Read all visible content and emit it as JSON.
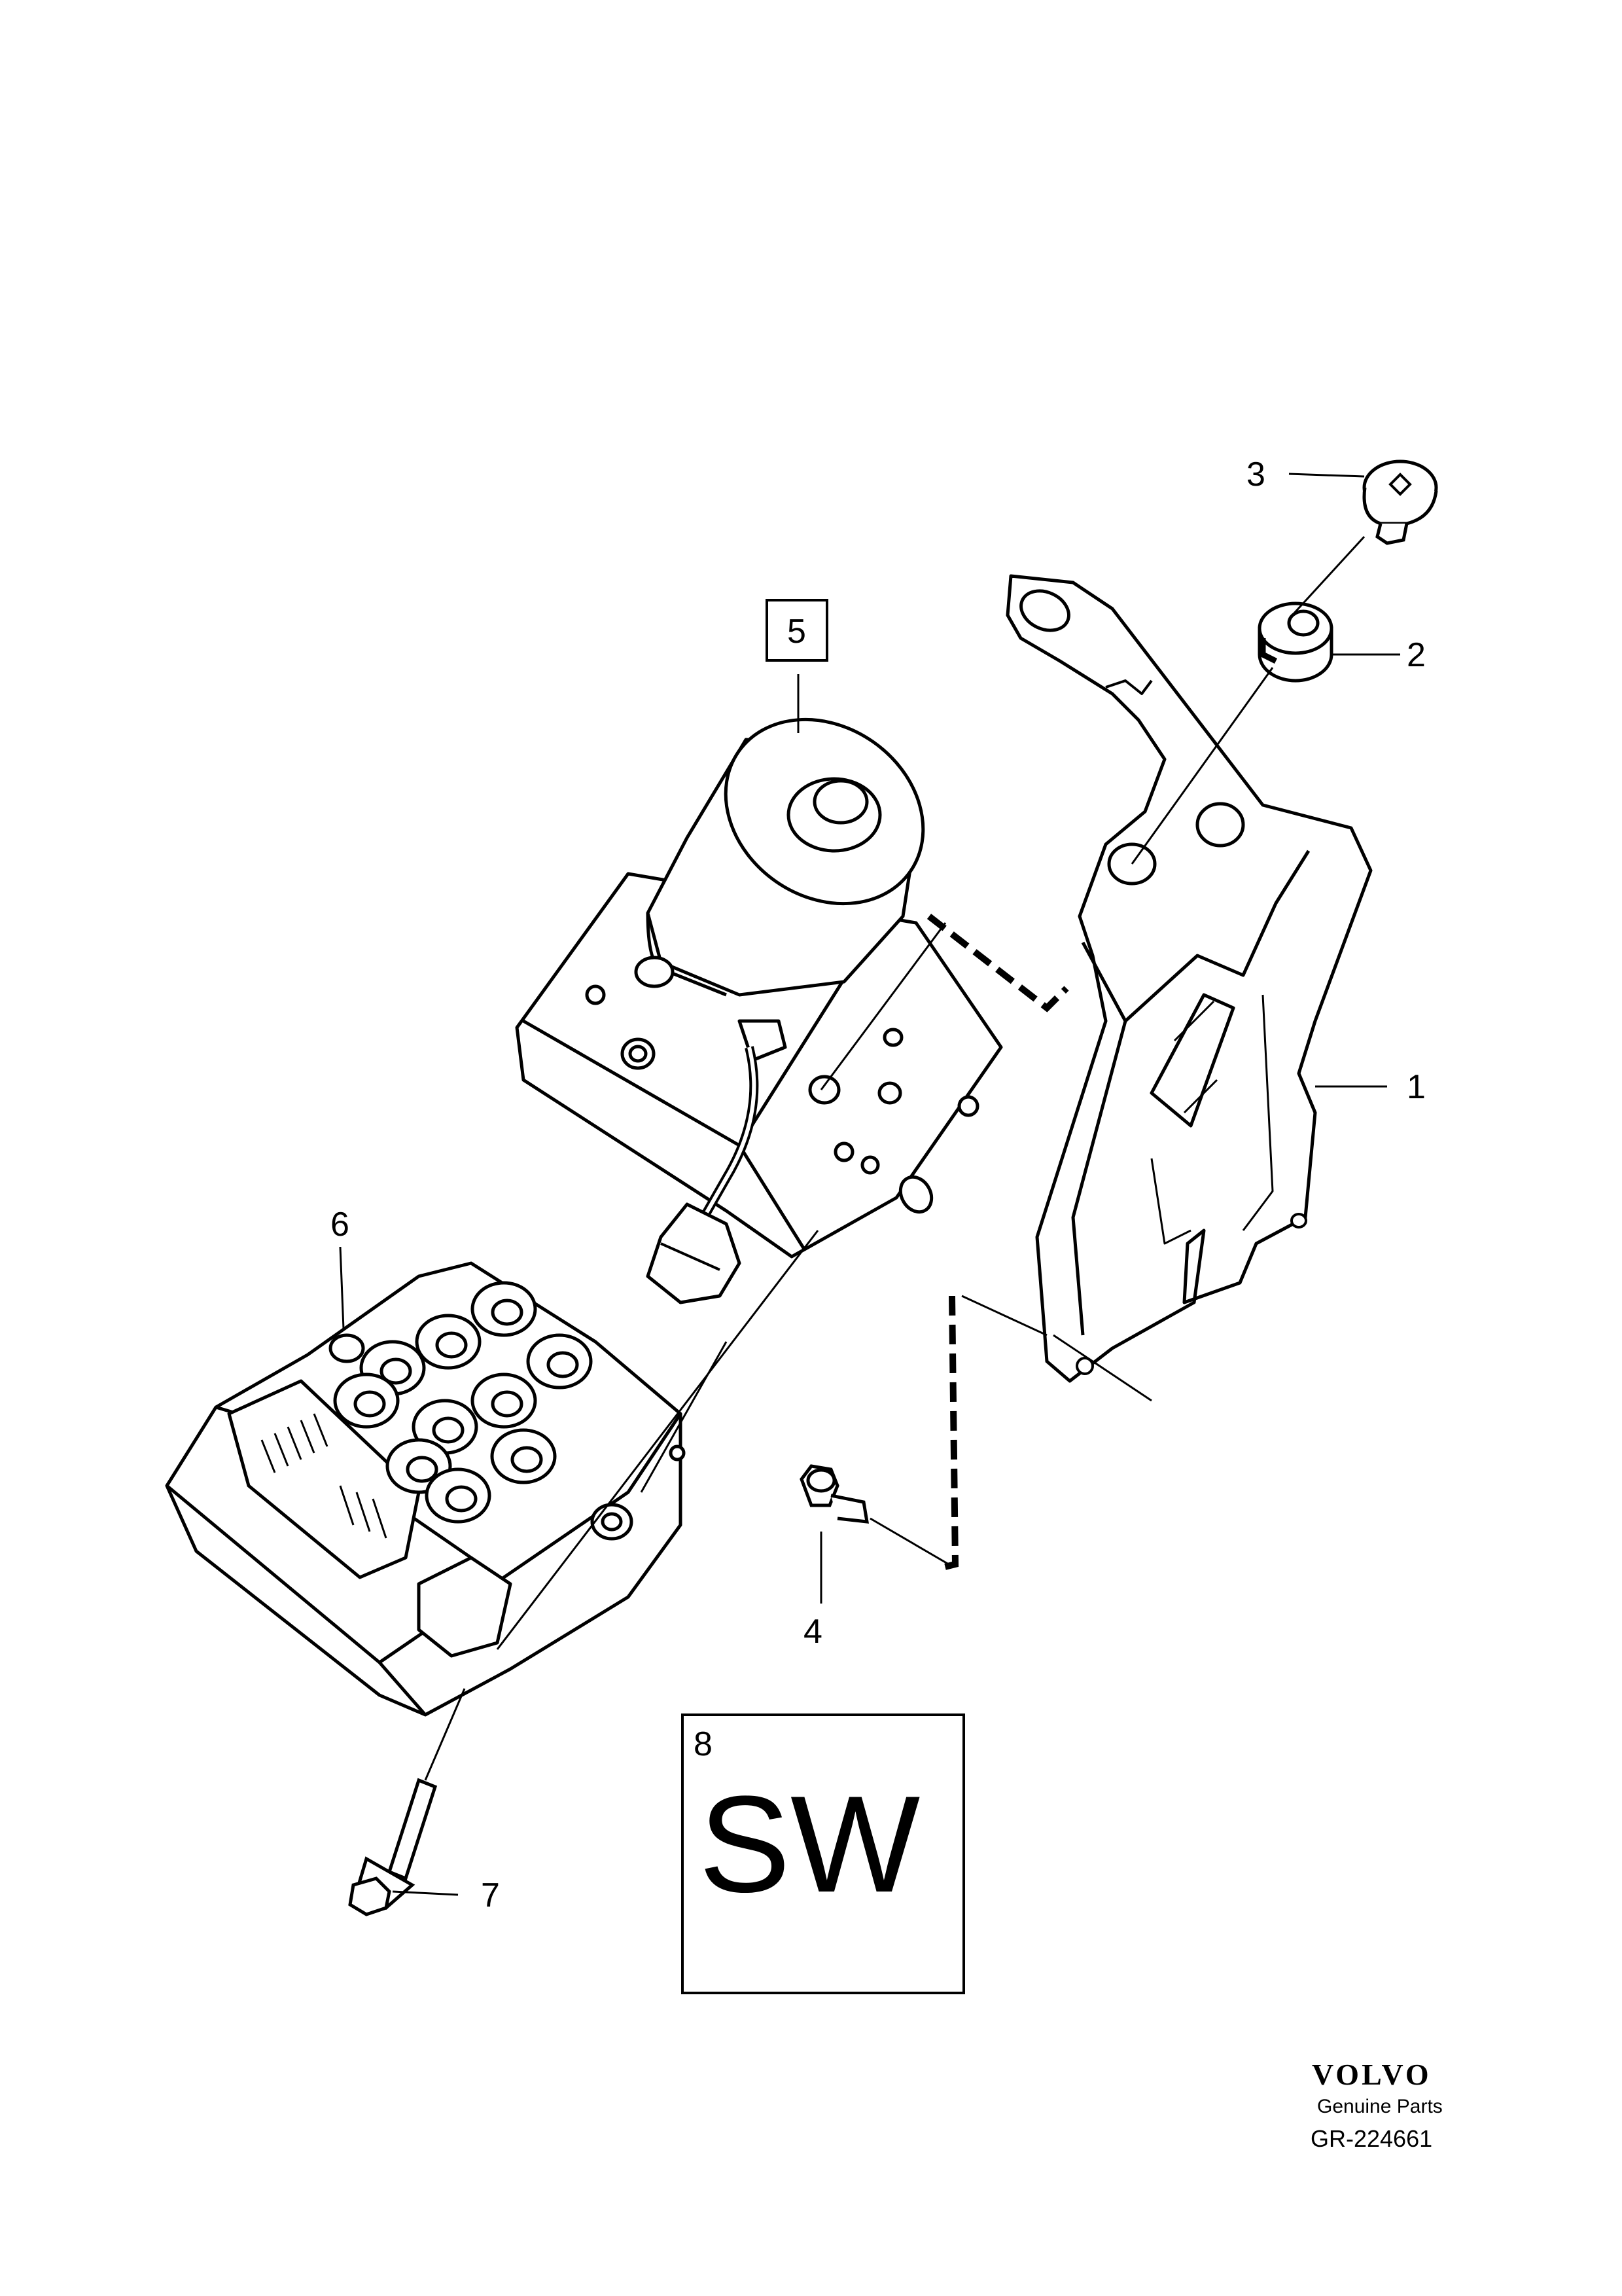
{
  "callouts": {
    "c1": "1",
    "c2": "2",
    "c3": "3",
    "c4": "4",
    "c5": "5",
    "c6": "6",
    "c7": "7",
    "c8": "8"
  },
  "software_box": {
    "label": "SW"
  },
  "branding": {
    "brand": "VOLVO",
    "subtitle": "Genuine Parts",
    "code": "GR-224661"
  }
}
